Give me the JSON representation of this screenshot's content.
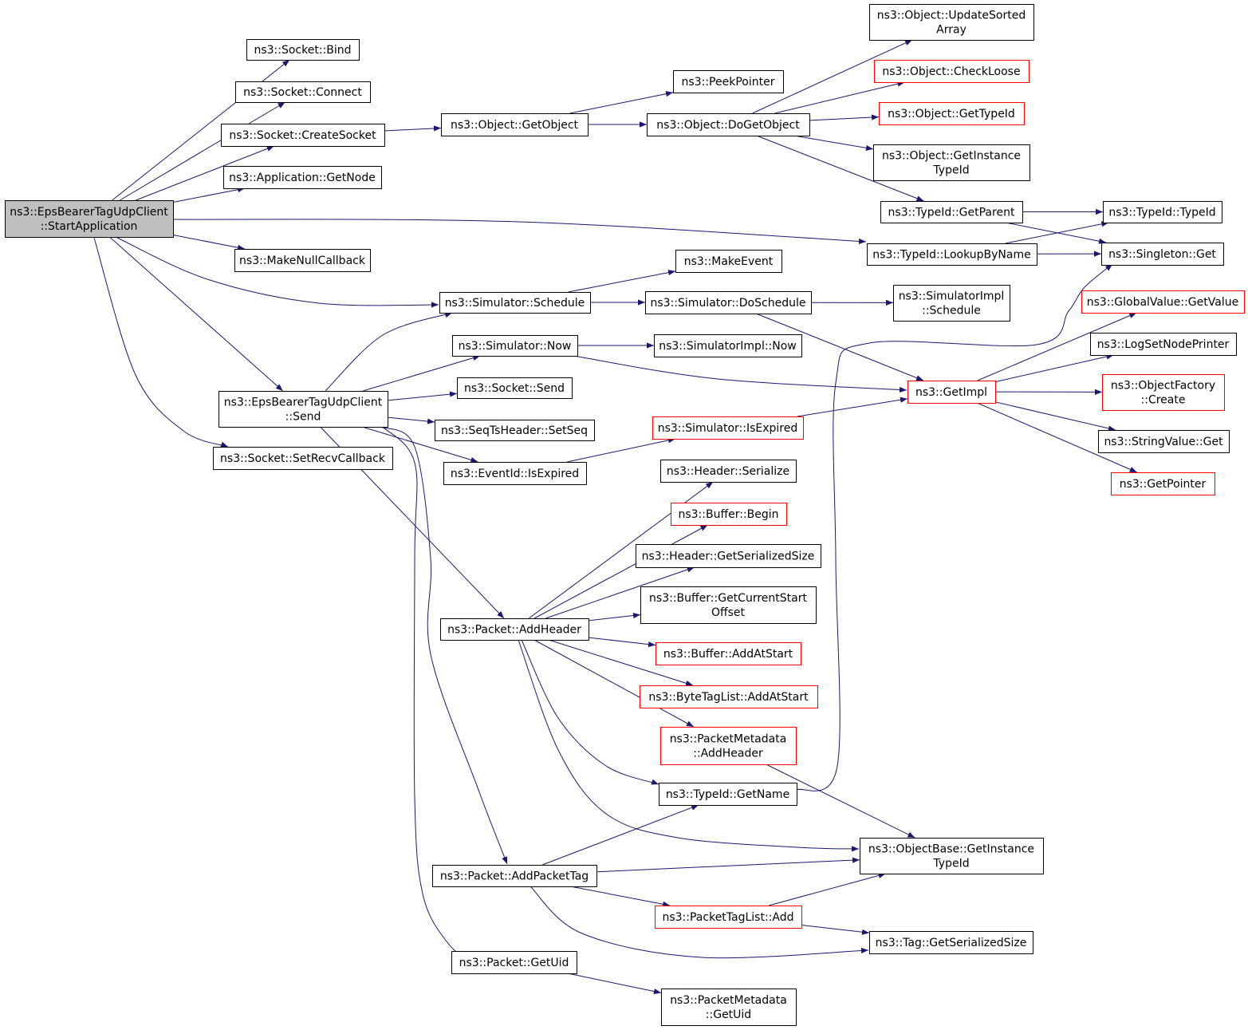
{
  "nodes": [
    {
      "id": "root",
      "lines": [
        "ns3::EpsBearerTagUdpClient",
        "::StartApplication"
      ],
      "style": "root"
    },
    {
      "id": "bind",
      "lines": [
        "ns3::Socket::Bind"
      ]
    },
    {
      "id": "connect",
      "lines": [
        "ns3::Socket::Connect"
      ]
    },
    {
      "id": "createsocket",
      "lines": [
        "ns3::Socket::CreateSocket"
      ]
    },
    {
      "id": "getnode",
      "lines": [
        "ns3::Application::GetNode"
      ]
    },
    {
      "id": "makenull",
      "lines": [
        "ns3::MakeNullCallback"
      ]
    },
    {
      "id": "sendroot",
      "lines": [
        "ns3::EpsBearerTagUdpClient",
        "::Send"
      ]
    },
    {
      "id": "setrecv",
      "lines": [
        "ns3::Socket::SetRecvCallback"
      ]
    },
    {
      "id": "getobject",
      "lines": [
        "ns3::Object::GetObject"
      ]
    },
    {
      "id": "schedule",
      "lines": [
        "ns3::Simulator::Schedule"
      ]
    },
    {
      "id": "simnow",
      "lines": [
        "ns3::Simulator::Now"
      ]
    },
    {
      "id": "socksend",
      "lines": [
        "ns3::Socket::Send"
      ]
    },
    {
      "id": "setseq",
      "lines": [
        "ns3::SeqTsHeader::SetSeq"
      ]
    },
    {
      "id": "evexpired",
      "lines": [
        "ns3::EventId::IsExpired"
      ]
    },
    {
      "id": "addheader",
      "lines": [
        "ns3::Packet::AddHeader"
      ]
    },
    {
      "id": "addpackettag",
      "lines": [
        "ns3::Packet::AddPacketTag"
      ]
    },
    {
      "id": "getuid",
      "lines": [
        "ns3::Packet::GetUid"
      ]
    },
    {
      "id": "peekpointer",
      "lines": [
        "ns3::PeekPointer"
      ]
    },
    {
      "id": "dogetobject",
      "lines": [
        "ns3::Object::DoGetObject"
      ]
    },
    {
      "id": "makeevent",
      "lines": [
        "ns3::MakeEvent"
      ]
    },
    {
      "id": "doschedule",
      "lines": [
        "ns3::Simulator::DoSchedule"
      ]
    },
    {
      "id": "implnow",
      "lines": [
        "ns3::SimulatorImpl::Now"
      ]
    },
    {
      "id": "simexpired",
      "lines": [
        "ns3::Simulator::IsExpired"
      ],
      "style": "red"
    },
    {
      "id": "hdrserialize",
      "lines": [
        "ns3::Header::Serialize"
      ]
    },
    {
      "id": "bufbegin",
      "lines": [
        "ns3::Buffer::Begin"
      ],
      "style": "red"
    },
    {
      "id": "hdrsize",
      "lines": [
        "ns3::Header::GetSerializedSize"
      ]
    },
    {
      "id": "bufstart",
      "lines": [
        "ns3::Buffer::GetCurrentStart",
        "Offset"
      ]
    },
    {
      "id": "bufaddstart",
      "lines": [
        "ns3::Buffer::AddAtStart"
      ],
      "style": "red"
    },
    {
      "id": "bytetag",
      "lines": [
        "ns3::ByteTagList::AddAtStart"
      ],
      "style": "red"
    },
    {
      "id": "pmaddheader",
      "lines": [
        "ns3::PacketMetadata",
        "::AddHeader"
      ],
      "style": "red"
    },
    {
      "id": "getname",
      "lines": [
        "ns3::TypeId::GetName"
      ]
    },
    {
      "id": "ptladd",
      "lines": [
        "ns3::PacketTagList::Add"
      ],
      "style": "red"
    },
    {
      "id": "pmgetuid",
      "lines": [
        "ns3::PacketMetadata",
        "::GetUid"
      ]
    },
    {
      "id": "updatesorted",
      "lines": [
        "ns3::Object::UpdateSorted",
        "Array"
      ]
    },
    {
      "id": "checkloose",
      "lines": [
        "ns3::Object::CheckLoose"
      ],
      "style": "red"
    },
    {
      "id": "gettypeid",
      "lines": [
        "ns3::Object::GetTypeId"
      ],
      "style": "red"
    },
    {
      "id": "getinsttype",
      "lines": [
        "ns3::Object::GetInstance",
        "TypeId"
      ]
    },
    {
      "id": "getparent",
      "lines": [
        "ns3::TypeId::GetParent"
      ]
    },
    {
      "id": "lookupbyname",
      "lines": [
        "ns3::TypeId::LookupByName"
      ]
    },
    {
      "id": "implschedule",
      "lines": [
        "ns3::SimulatorImpl",
        "::Schedule"
      ]
    },
    {
      "id": "getimpl",
      "lines": [
        "ns3::GetImpl"
      ],
      "style": "red"
    },
    {
      "id": "obinsttype",
      "lines": [
        "ns3::ObjectBase::GetInstance",
        "TypeId"
      ]
    },
    {
      "id": "tagsize",
      "lines": [
        "ns3::Tag::GetSerializedSize"
      ]
    },
    {
      "id": "typeidtypeid",
      "lines": [
        "ns3::TypeId::TypeId"
      ]
    },
    {
      "id": "singleton",
      "lines": [
        "ns3::Singleton::Get"
      ]
    },
    {
      "id": "globalvalue",
      "lines": [
        "ns3::GlobalValue::GetValue"
      ],
      "style": "red"
    },
    {
      "id": "lognode",
      "lines": [
        "ns3::LogSetNodePrinter"
      ]
    },
    {
      "id": "objfactory",
      "lines": [
        "ns3::ObjectFactory",
        "::Create"
      ],
      "style": "red"
    },
    {
      "id": "stringvalue",
      "lines": [
        "ns3::StringValue::Get"
      ]
    },
    {
      "id": "getpointer",
      "lines": [
        "ns3::GetPointer"
      ],
      "style": "red"
    }
  ],
  "edges": [
    [
      "root",
      "bind"
    ],
    [
      "root",
      "connect"
    ],
    [
      "root",
      "createsocket"
    ],
    [
      "root",
      "getnode"
    ],
    [
      "root",
      "lookupbyname"
    ],
    [
      "root",
      "makenull"
    ],
    [
      "root",
      "schedule"
    ],
    [
      "root",
      "sendroot"
    ],
    [
      "root",
      "setrecv"
    ],
    [
      "createsocket",
      "getobject"
    ],
    [
      "getobject",
      "peekpointer"
    ],
    [
      "getobject",
      "dogetobject"
    ],
    [
      "dogetobject",
      "updatesorted"
    ],
    [
      "dogetobject",
      "checkloose"
    ],
    [
      "dogetobject",
      "gettypeid"
    ],
    [
      "dogetobject",
      "getinsttype"
    ],
    [
      "dogetobject",
      "getparent"
    ],
    [
      "getparent",
      "typeidtypeid"
    ],
    [
      "getparent",
      "singleton"
    ],
    [
      "lookupbyname",
      "typeidtypeid"
    ],
    [
      "lookupbyname",
      "singleton"
    ],
    [
      "schedule",
      "makeevent"
    ],
    [
      "schedule",
      "doschedule"
    ],
    [
      "doschedule",
      "implschedule"
    ],
    [
      "doschedule",
      "getimpl"
    ],
    [
      "sendroot",
      "schedule"
    ],
    [
      "sendroot",
      "simnow"
    ],
    [
      "sendroot",
      "socksend"
    ],
    [
      "sendroot",
      "setseq"
    ],
    [
      "sendroot",
      "evexpired"
    ],
    [
      "sendroot",
      "addheader"
    ],
    [
      "sendroot",
      "addpackettag"
    ],
    [
      "sendroot",
      "getuid"
    ],
    [
      "simnow",
      "implnow"
    ],
    [
      "simnow",
      "getimpl"
    ],
    [
      "evexpired",
      "simexpired"
    ],
    [
      "simexpired",
      "getimpl"
    ],
    [
      "addheader",
      "hdrserialize"
    ],
    [
      "addheader",
      "bufbegin"
    ],
    [
      "addheader",
      "hdrsize"
    ],
    [
      "addheader",
      "bufstart"
    ],
    [
      "addheader",
      "bufaddstart"
    ],
    [
      "addheader",
      "bytetag"
    ],
    [
      "addheader",
      "pmaddheader"
    ],
    [
      "addheader",
      "getname"
    ],
    [
      "addheader",
      "obinsttype"
    ],
    [
      "pmaddheader",
      "obinsttype"
    ],
    [
      "getname",
      "singleton"
    ],
    [
      "addpackettag",
      "getname"
    ],
    [
      "addpackettag",
      "obinsttype"
    ],
    [
      "addpackettag",
      "ptladd"
    ],
    [
      "addpackettag",
      "tagsize"
    ],
    [
      "ptladd",
      "obinsttype"
    ],
    [
      "ptladd",
      "tagsize"
    ],
    [
      "getuid",
      "pmgetuid"
    ],
    [
      "getimpl",
      "globalvalue"
    ],
    [
      "getimpl",
      "lognode"
    ],
    [
      "getimpl",
      "objfactory"
    ],
    [
      "getimpl",
      "stringvalue"
    ],
    [
      "getimpl",
      "getpointer"
    ]
  ]
}
